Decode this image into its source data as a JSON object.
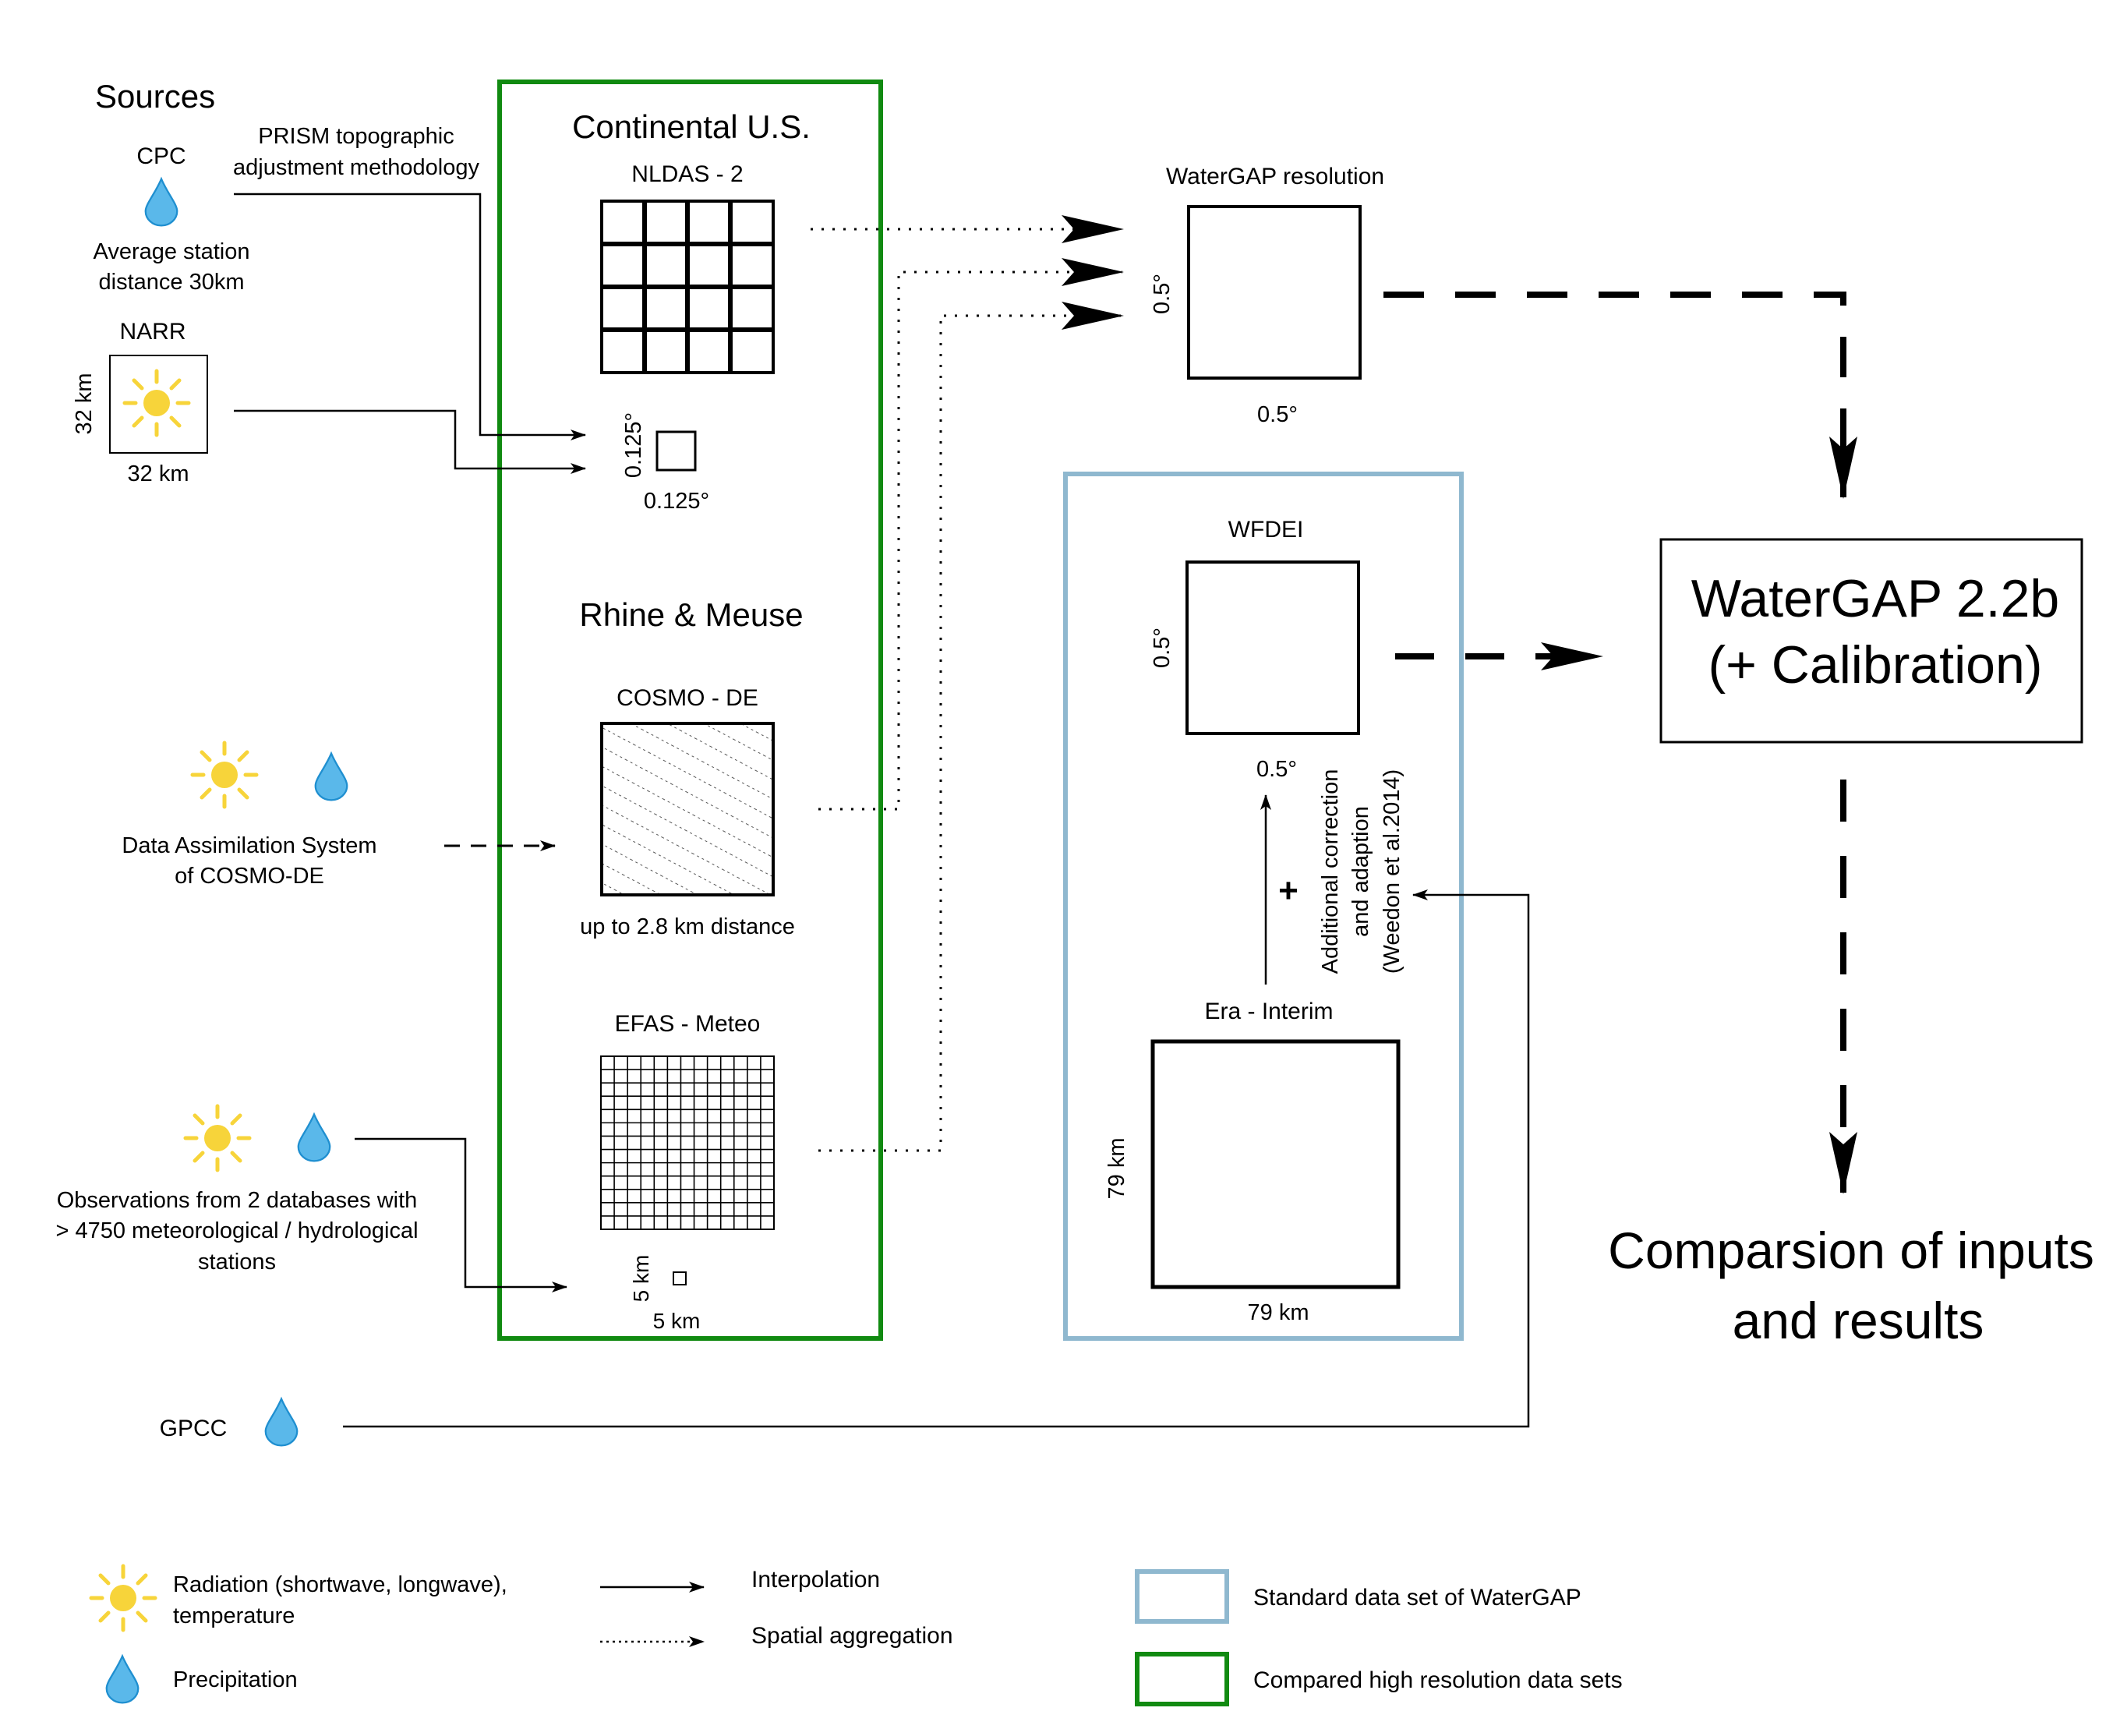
{
  "sources": {
    "heading": "Sources",
    "cpc": {
      "name": "CPC",
      "note_1": "Average station",
      "note_2": "distance 30km"
    },
    "prism": {
      "line_1": "PRISM topographic",
      "line_2": "adjustment methodology"
    },
    "narr": {
      "name": "NARR",
      "size_x": "32 km",
      "size_y": "32 km"
    },
    "das": {
      "line_1": "Data Assimilation System",
      "line_2": "of COSMO-DE"
    },
    "obs": {
      "line_1": "Observations from 2 databases with",
      "line_2": "> 4750 meteorological / hydrological",
      "line_3": "stations"
    },
    "gpcc": {
      "name": "GPCC"
    }
  },
  "high_res": {
    "us_title": "Continental U.S.",
    "nldas": {
      "name": "NLDAS - 2",
      "res_x": "0.125°",
      "res_y": "0.125°"
    },
    "rm_title": "Rhine & Meuse",
    "cosmo": {
      "name": "COSMO - DE",
      "note": "up to 2.8 km distance"
    },
    "efas": {
      "name": "EFAS - Meteo",
      "res_x": "5 km",
      "res_y": "5 km"
    }
  },
  "watergap_res": {
    "title": "WaterGAP resolution",
    "res_x": "0.5°",
    "res_y": "0.5°"
  },
  "standard": {
    "wfdei": {
      "name": "WFDEI",
      "res_x": "0.5°",
      "res_y": "0.5°"
    },
    "plus": "+",
    "correction": {
      "line_1": "Additional correction",
      "line_2": "and adaption",
      "line_3": "(Weedon et al.2014)"
    },
    "era": {
      "name": "Era - Interim",
      "res_x": "79 km",
      "res_y": "79 km"
    }
  },
  "model": {
    "line_1": "WaterGAP 2.2b",
    "line_2": "(+ Calibration)"
  },
  "result": {
    "line_1": "Comparsion of inputs",
    "line_2": "and results"
  },
  "legend": {
    "radiation_1": "Radiation (shortwave, longwave),",
    "radiation_2": "temperature",
    "precipitation": "Precipitation",
    "interpolation": "Interpolation",
    "aggregation": "Spatial aggregation",
    "standard": "Standard data set of WaterGAP",
    "compared": "Compared high resolution data sets"
  },
  "colors": {
    "green": "#118a11",
    "blue": "#8fb8cf",
    "sun": "#f7d43a",
    "drop": "#5ab8ea",
    "drop_stroke": "#1f8fd0"
  }
}
